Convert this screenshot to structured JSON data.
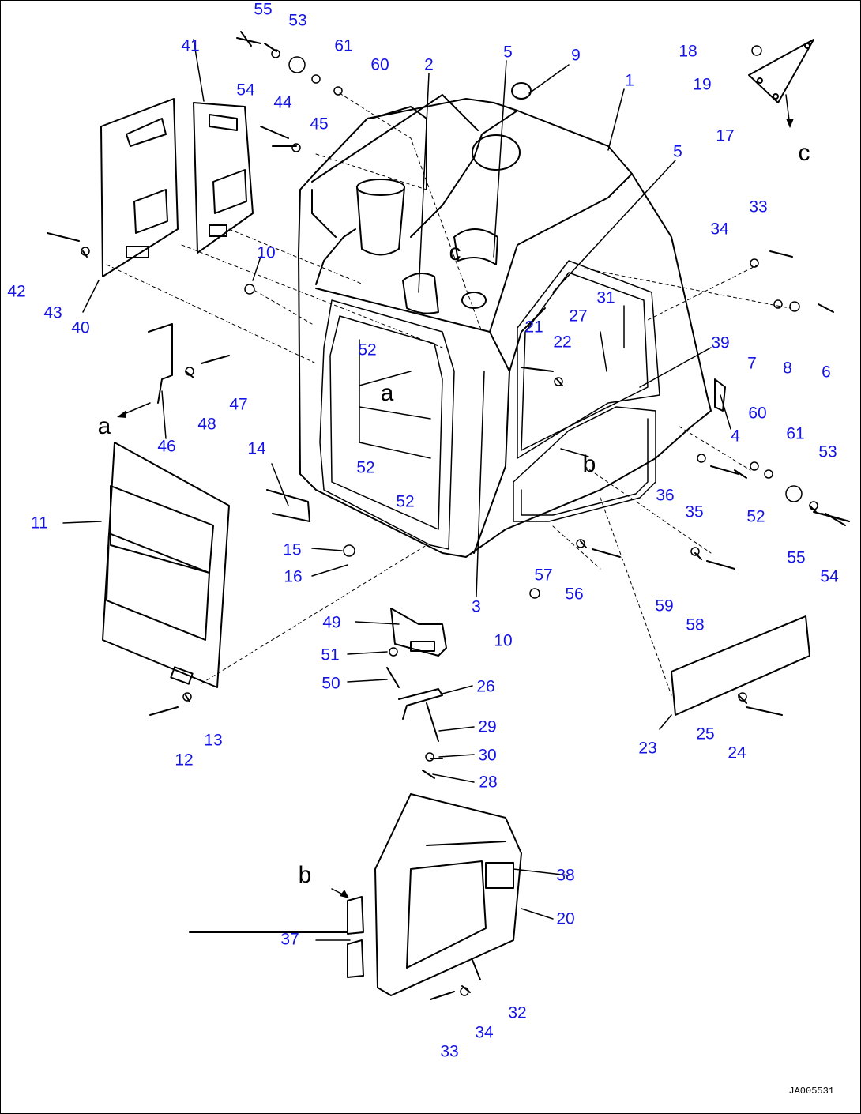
{
  "drawing_code": "JA005531",
  "view_letters": [
    "a",
    "a",
    "b",
    "b",
    "c",
    "c"
  ],
  "part_numbers": [
    "1",
    "2",
    "3",
    "4",
    "5",
    "5",
    "6",
    "7",
    "8",
    "9",
    "10",
    "10",
    "11",
    "12",
    "13",
    "14",
    "15",
    "16",
    "17",
    "18",
    "19",
    "20",
    "21",
    "22",
    "23",
    "24",
    "25",
    "26",
    "27",
    "28",
    "29",
    "30",
    "31",
    "32",
    "33",
    "33",
    "34",
    "34",
    "35",
    "36",
    "37",
    "38",
    "39",
    "40",
    "41",
    "42",
    "43",
    "44",
    "45",
    "46",
    "47",
    "48",
    "49",
    "50",
    "51",
    "52",
    "52",
    "52",
    "52",
    "53",
    "53",
    "54",
    "54",
    "55",
    "55",
    "56",
    "57",
    "58",
    "59",
    "60",
    "60",
    "61",
    "61"
  ]
}
